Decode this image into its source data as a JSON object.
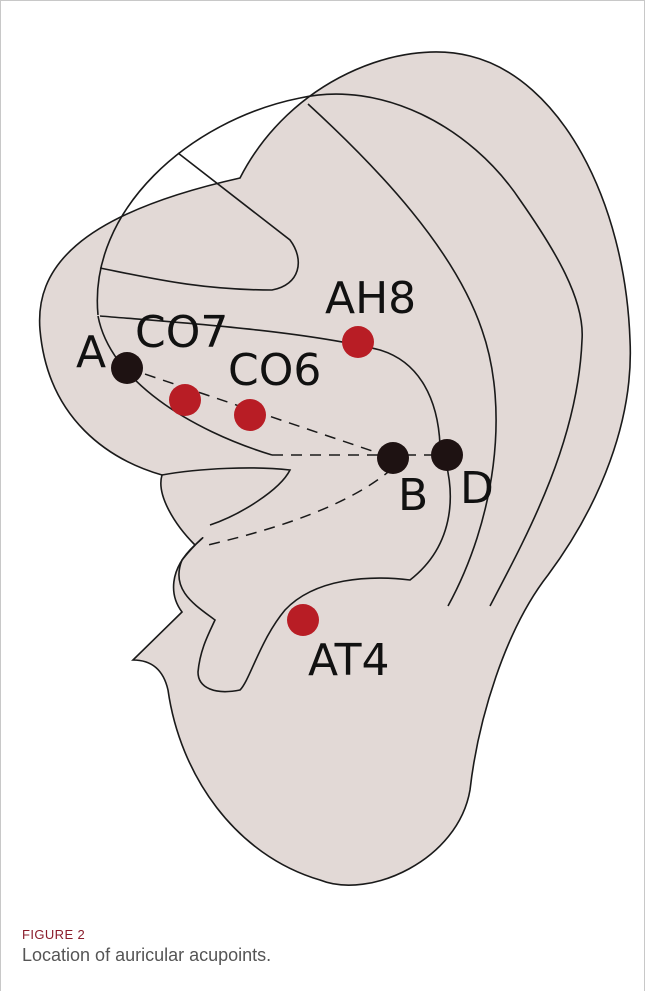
{
  "figure": {
    "points": [
      {
        "id": "A",
        "type": "reference"
      },
      {
        "id": "B",
        "type": "reference"
      },
      {
        "id": "D",
        "type": "reference"
      },
      {
        "id": "AH8",
        "type": "acupoint"
      },
      {
        "id": "CO7",
        "type": "acupoint"
      },
      {
        "id": "CO6",
        "type": "acupoint"
      },
      {
        "id": "AT4",
        "type": "acupoint"
      }
    ],
    "colors": {
      "ear_fill": "#e2d9d6",
      "outline": "#1a1a1a",
      "reference_point": "#1e1212",
      "acupoint": "#b81d25"
    }
  },
  "caption": {
    "kicker": "FIGURE 2",
    "text": "Location of auricular acupoints."
  }
}
